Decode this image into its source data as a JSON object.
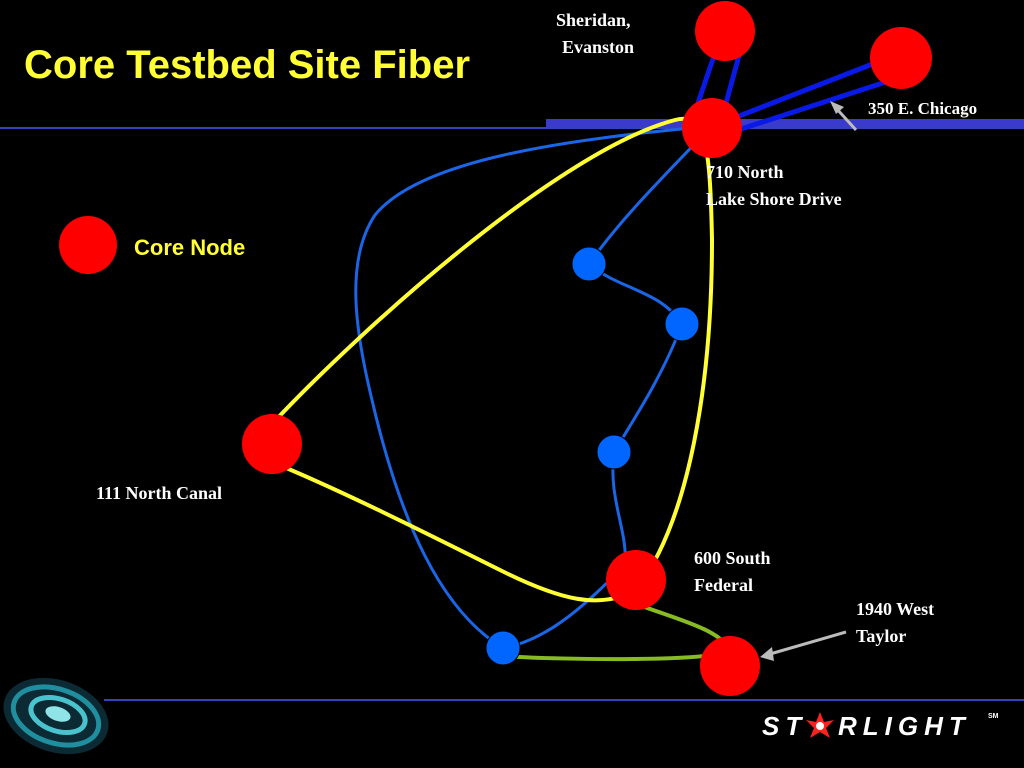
{
  "slide": {
    "title": "Core Testbed Site Fiber",
    "legend_label": "Core Node"
  },
  "sites": {
    "sheridan_line1": "Sheridan,",
    "sheridan_line2": "Evanston",
    "chicago_350": "350 E. Chicago",
    "lsd_line1": "710 North",
    "lsd_line2": "Lake Shore Drive",
    "canal": "111 North Canal",
    "federal_line1": "600 South",
    "federal_line2": "Federal",
    "taylor_line1": "1940 West",
    "taylor_line2": "Taylor"
  },
  "brand": {
    "letters_before": "ST",
    "letters_after": "RLIGHT",
    "service_mark": "SM"
  },
  "colors": {
    "core_node": "#ff0000",
    "access_node": "#0066ff",
    "blue_fiber": "#1a66e6",
    "yellow_fiber": "#ffff33",
    "green_fiber": "#88bb22",
    "title": "#ffff33"
  }
}
